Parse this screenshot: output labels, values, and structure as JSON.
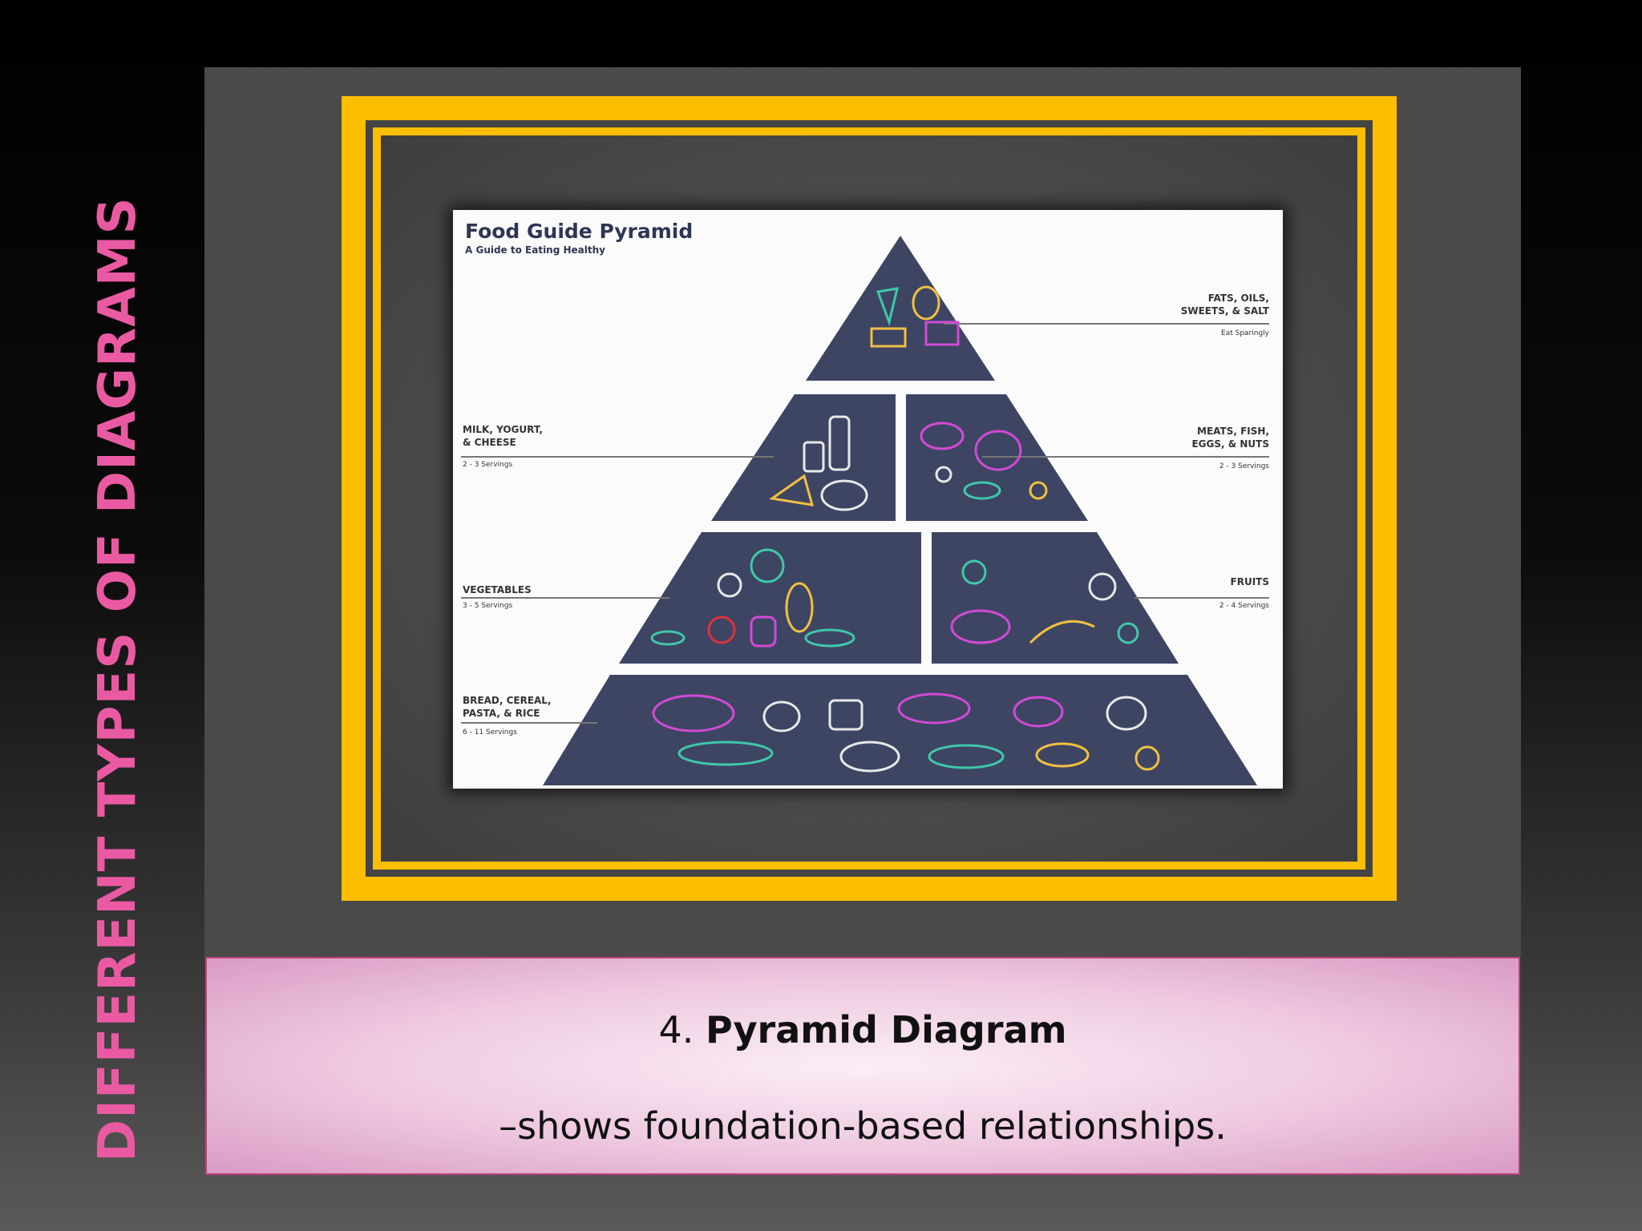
{
  "slide": {
    "side_title": "DIFFERENT TYPES OF DIAGRAMS",
    "caption_number": "4.",
    "caption_title": "Pyramid Diagram",
    "caption_description": "–shows foundation-based relationships."
  },
  "colors": {
    "accent_pink": "#ea5aa2",
    "frame_gold": "#fdbe00",
    "pyramid_navy": "#3d4563",
    "caption_pink": "#eec9e0"
  },
  "pyramid": {
    "title": "Food Guide Pyramid",
    "subtitle": "A Guide to Eating Healthy",
    "levels": [
      {
        "name": "FATS, OILS, SWEETS, & SALT",
        "line1": "FATS, OILS,",
        "line2": "SWEETS, & SALT",
        "servings": "Eat Sparingly",
        "side": "right",
        "tier": 1
      },
      {
        "name": "MILK, YOGURT, & CHEESE",
        "line1": "MILK, YOGURT,",
        "line2": "& CHEESE",
        "servings": "2 - 3 Servings",
        "side": "left",
        "tier": 2
      },
      {
        "name": "MEATS, FISH, EGGS, & NUTS",
        "line1": "MEATS, FISH,",
        "line2": "EGGS, & NUTS",
        "servings": "2 - 3 Servings",
        "side": "right",
        "tier": 2
      },
      {
        "name": "VEGETABLES",
        "line1": "VEGETABLES",
        "line2": "",
        "servings": "3 - 5 Servings",
        "side": "left",
        "tier": 3
      },
      {
        "name": "FRUITS",
        "line1": "FRUITS",
        "line2": "",
        "servings": "2 - 4 Servings",
        "side": "right",
        "tier": 3
      },
      {
        "name": "BREAD, CEREAL, PASTA, & RICE",
        "line1": "BREAD, CEREAL,",
        "line2": "PASTA, & RICE",
        "servings": "6 - 11 Servings",
        "side": "left",
        "tier": 4
      }
    ]
  }
}
